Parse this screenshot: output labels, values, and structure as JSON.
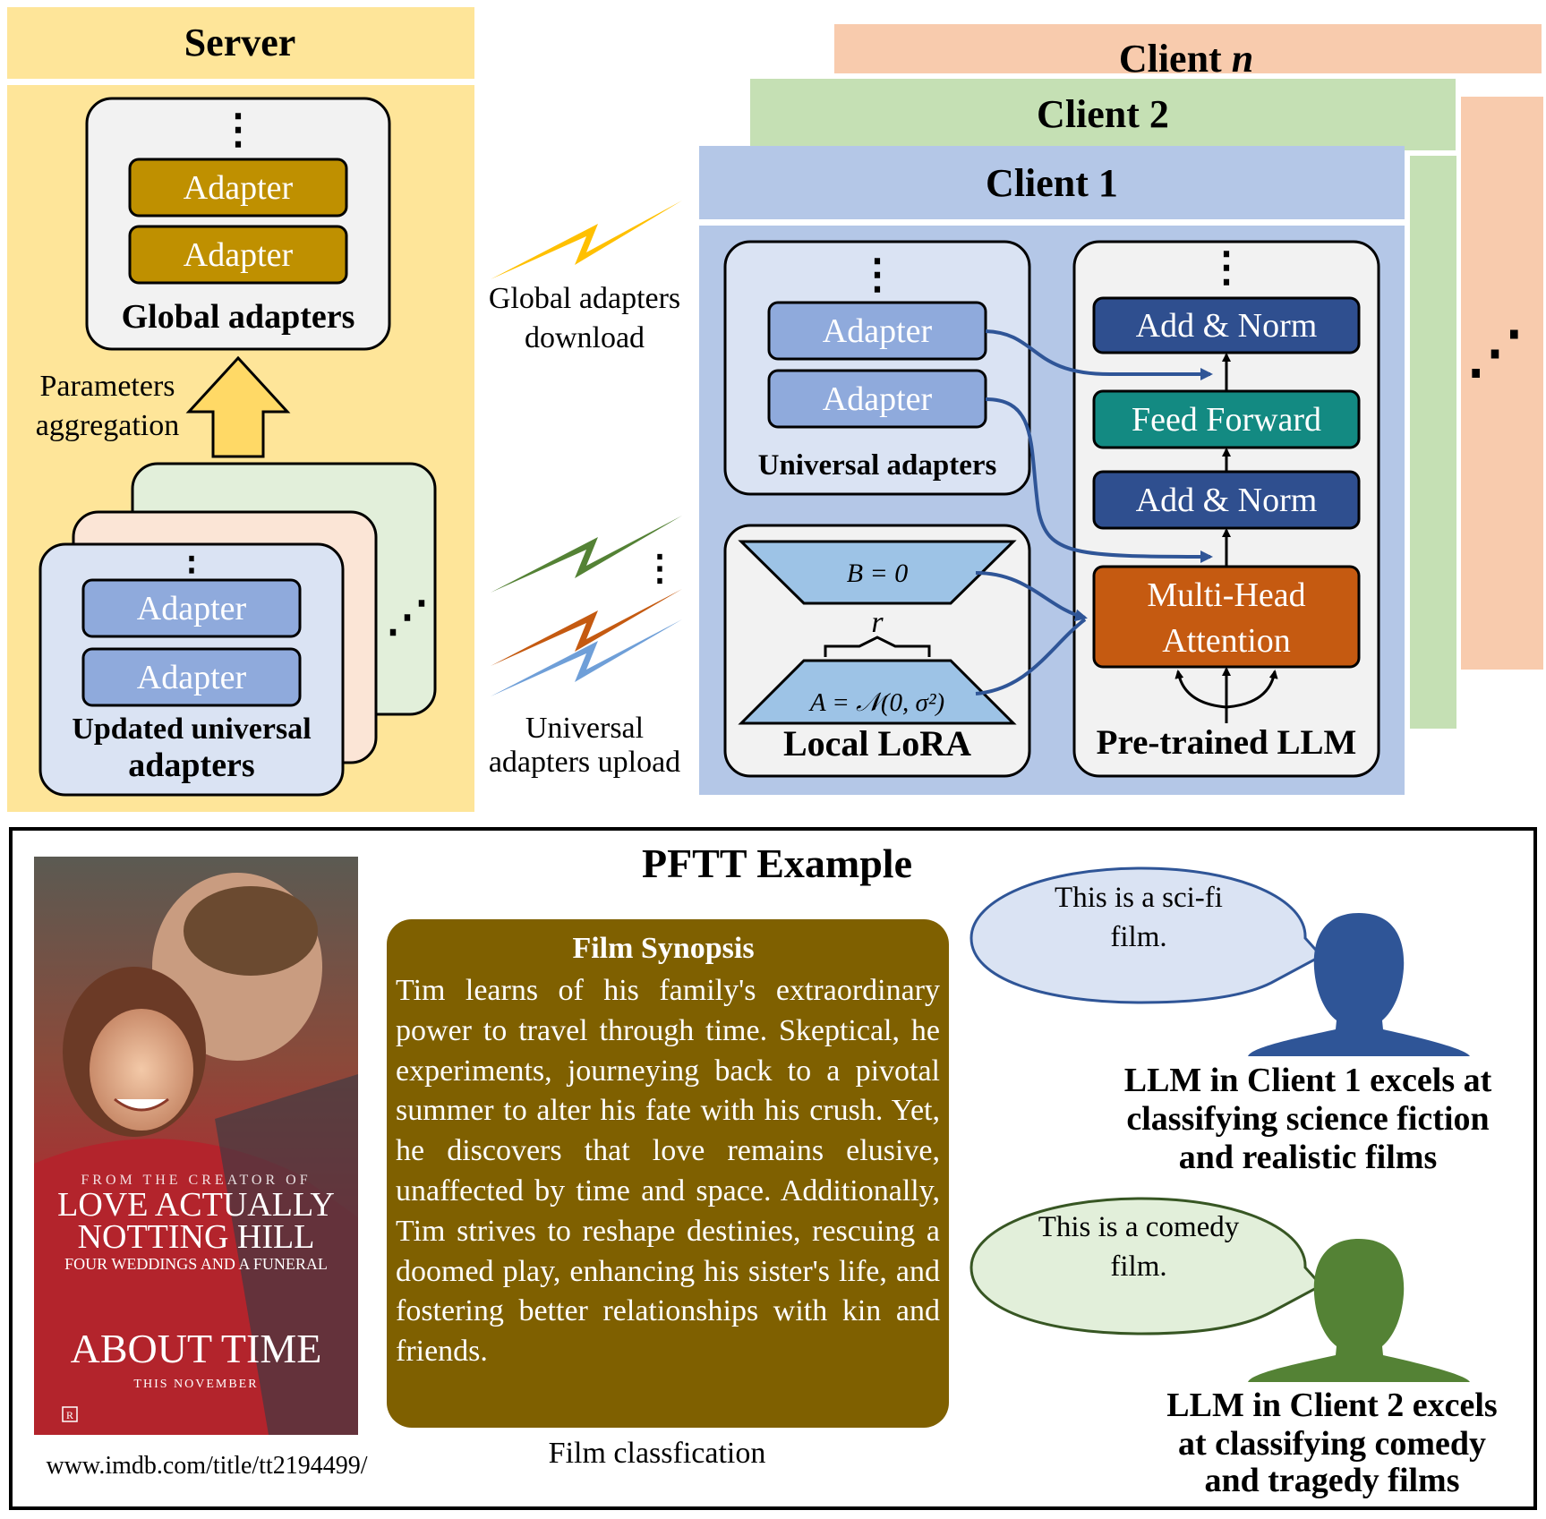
{
  "server": {
    "title": "Server",
    "global_box": {
      "dots": "⋮",
      "adapter_1": "Adapter",
      "adapter_2": "Adapter",
      "label": "Global adapters"
    },
    "aggregation_label_line1": "Parameters",
    "aggregation_label_line2": "aggregation",
    "updated_box": {
      "dots": "⋮",
      "adapter_1": "Adapter",
      "adapter_2": "Adapter",
      "label_line1": "Updated universal",
      "label_line2": "adapters",
      "more": "⋰"
    }
  },
  "transfer": {
    "download_line1": "Global adapters",
    "download_line2": "download",
    "upload_line1": "Universal",
    "upload_line2": "adapters upload",
    "more": "⋮",
    "bolt_colors": {
      "download": "#ffc000",
      "upload_1": "#548235",
      "upload_2": "#c55a11",
      "upload_3": "#6f9fd8"
    }
  },
  "clients": {
    "client_n_title": "Client ",
    "client_n_var": "n",
    "client_2_title": "Client 2",
    "client_1_title": "Client 1",
    "more": "⋰",
    "universal_adapters": {
      "dots": "⋮",
      "adapter_1": "Adapter",
      "adapter_2": "Adapter",
      "label": "Universal adapters"
    },
    "lora": {
      "b_label": "B = 0",
      "rank": "r",
      "a_label": "A = 𝒩(0, σ²)",
      "label": "Local LoRA"
    },
    "llm": {
      "dots": "⋮",
      "add_norm_top": "Add & Norm",
      "feed_forward": "Feed Forward",
      "add_norm_bottom": "Add & Norm",
      "mha_line1": "Multi-Head",
      "mha_line2": "Attention",
      "label": "Pre-trained LLM"
    }
  },
  "example": {
    "title": "PFTT Example",
    "poster": {
      "credit_line": "FROM THE CREATOR OF",
      "line1": "LOVE ACTUALLY",
      "line2": "NOTTING HILL",
      "line3": "FOUR WEDDINGS AND A FUNERAL",
      "movie_title": "ABOUT TIME",
      "release": "THIS NOVEMBER",
      "rating": "R"
    },
    "poster_url": "www.imdb.com/title/tt2194499/",
    "synopsis_title": "Film Synopsis",
    "synopsis_text": "Tim learns of his family's extraordinary power to travel through time. Skeptical, he experiments, journeying back to a pivotal summer to alter his fate with his crush. Yet, he discovers that love remains elusive, unaffected by time and space. Additionally, Tim strives to reshape destinies, rescuing a doomed play, enhancing his sister's life, and fostering better relationships with kin and friends.",
    "task_label": "Film classfication",
    "bubble_1_line1": "This is a sci-fi",
    "bubble_1_line2": "film.",
    "bubble_2_line1": "This is a comedy",
    "bubble_2_line2": "film.",
    "client_1_caption_line1": "LLM in Client 1 excels at",
    "client_1_caption_line2": "classifying science fiction",
    "client_1_caption_line3": "and realistic films",
    "client_2_caption_line1": "LLM in Client 2 excels",
    "client_2_caption_line2": "at classifying comedy",
    "client_2_caption_line3": "and tragedy films"
  },
  "colors": {
    "server_bg": "#fee599",
    "client_1_bg": "#b4c7e7",
    "client_2_bg": "#c5e0b4",
    "client_n_bg": "#f8cbad",
    "adapter_gold": "#bf9000",
    "adapter_blue": "#8faadc",
    "add_norm": "#2f4f8f",
    "feed_forward": "#138a82",
    "attention": "#c55a11",
    "synopsis_bg": "#7f6000",
    "avatar_1": "#2f5597",
    "avatar_2": "#548235"
  }
}
